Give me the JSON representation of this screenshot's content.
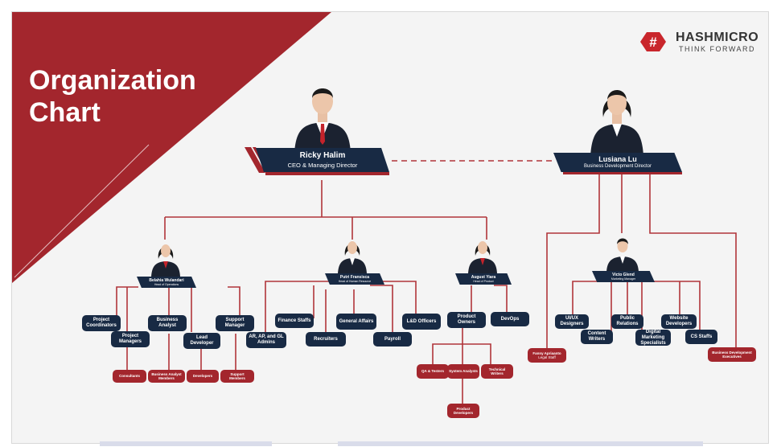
{
  "title": {
    "line1": "Organization",
    "line2": "Chart"
  },
  "brand": {
    "name": "HASHMICRO",
    "tagline": "THINK FORWARD",
    "badge_icon": "hash-icon",
    "color": "#c9262c"
  },
  "colors": {
    "primary_red": "#a3262d",
    "navy": "#182a44",
    "line": "#b0353a"
  },
  "ceo": {
    "name": "Ricky Halim",
    "role": "CEO & Managing Director"
  },
  "bizdev": {
    "name": "Lusiana Lu",
    "role": "Business Development Director"
  },
  "heads": [
    {
      "name": "Belahia Wulandari",
      "role": "Head of Operations"
    },
    {
      "name": "Putri Fransisca",
      "role": "Head of Human Resource"
    },
    {
      "name": "August Yiara",
      "role": "Head of Product"
    },
    {
      "name": "Victo Glend",
      "role": "Marketing Manager"
    }
  ],
  "ops": {
    "units": [
      "Project Coordinators",
      "Project Managers",
      "Business Analyst",
      "Lead Developer",
      "Support Manager"
    ],
    "leaves": [
      "Consultants",
      "Business Analyst Members",
      "Developers",
      "Support Members"
    ]
  },
  "hr": {
    "units": [
      "AR, AP, and GL Admins",
      "Finance Staffs",
      "Recruiters",
      "General Affairs",
      "Payroll",
      "L&D Officers"
    ]
  },
  "product": {
    "units": [
      "Product Owners",
      "DevOps"
    ],
    "leaves": [
      "QA & Testers",
      "System Analysts",
      "Technical Writers",
      "Product Developers"
    ]
  },
  "marketing": {
    "units": [
      "UI/UX Designers",
      "Content Writers",
      "Public Relations",
      "Digital Marketing Specialists",
      "Website Developers",
      "CS Staffs"
    ],
    "legal": "Fanny Apriaanto",
    "legal_role": "Legal Staff",
    "bdev": "Business Development Executives"
  }
}
